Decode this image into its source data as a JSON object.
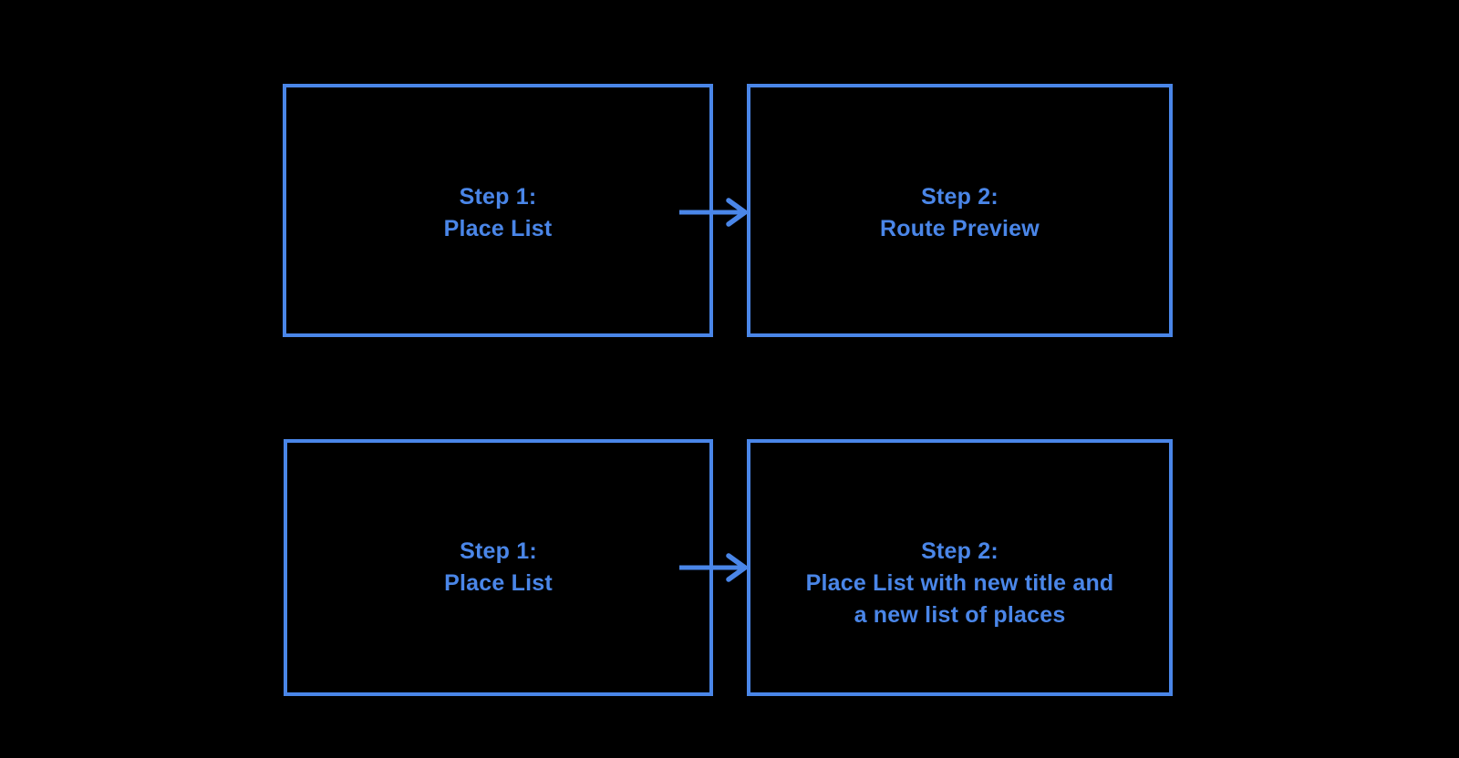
{
  "page": {
    "background_color": "#000000",
    "accent_color": "#4a86e8"
  },
  "diagram": {
    "boxes": [
      {
        "position": "top-left",
        "lines": [
          "Step 1:",
          "Place List"
        ]
      },
      {
        "position": "top-right",
        "lines": [
          "Step 2:",
          "Route Preview"
        ]
      },
      {
        "position": "bottom-left",
        "lines": [
          "Step 1:",
          "Place List"
        ]
      },
      {
        "position": "bottom-right",
        "lines": [
          "Step 2:",
          "Place List with new title and",
          "a new list of places"
        ]
      }
    ],
    "connectors": [
      {
        "type": "arrow-right",
        "from": "top-left",
        "to": "top-right"
      },
      {
        "type": "arrow-right",
        "from": "bottom-left",
        "to": "bottom-right"
      }
    ]
  }
}
